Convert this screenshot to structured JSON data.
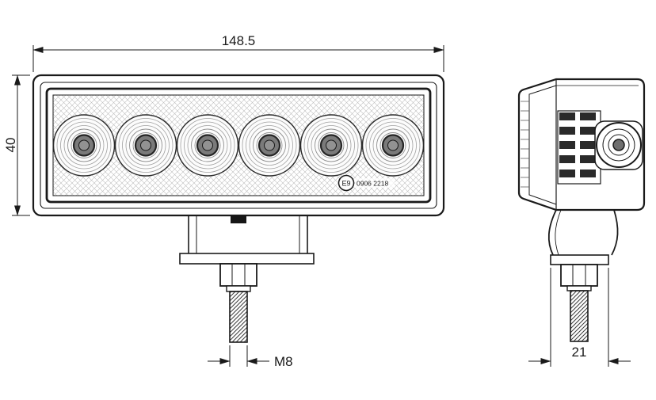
{
  "drawing": {
    "background": "#ffffff",
    "line_color": "#1a1a1a"
  },
  "dimensions": {
    "width_label": "148.5",
    "height_label": "40",
    "thread_label": "M8",
    "side_label": "21"
  },
  "markings": {
    "cert_circle": "E9",
    "cert_number": "0906 2218"
  }
}
